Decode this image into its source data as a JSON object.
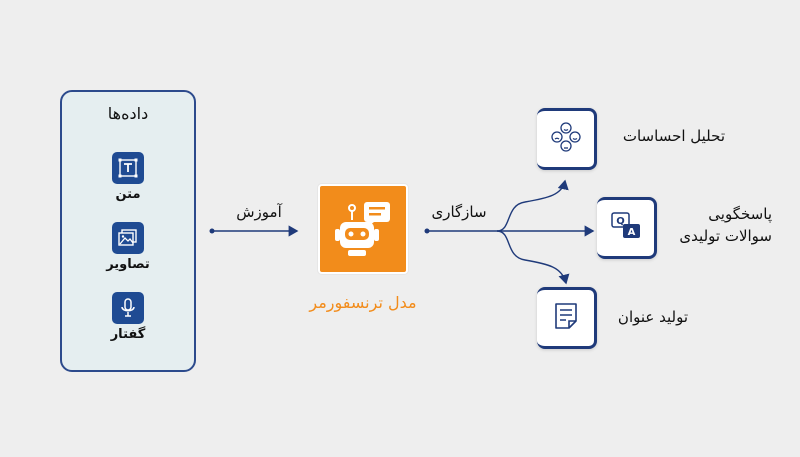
{
  "data_panel": {
    "title": "داده‌ها",
    "items": [
      {
        "label": "متن",
        "icon": "text-icon"
      },
      {
        "label": "تصاویر",
        "icon": "image-icon"
      },
      {
        "label": "گفتار",
        "icon": "microphone-icon"
      }
    ]
  },
  "edges": {
    "training": "آموزش",
    "adaptation": "سازگاری"
  },
  "model": {
    "label": "مدل ترنسفورمر",
    "icon": "robot-chat-icon"
  },
  "outputs": [
    {
      "label": "تحلیل احساسات",
      "icon": "emotions-icon"
    },
    {
      "label_line1": "پاسخگویی",
      "label_line2": "سوالات تولیدی",
      "icon": "qa-icon"
    },
    {
      "label": "تولید عنوان",
      "icon": "document-icon"
    }
  ],
  "colors": {
    "accent": "#f28c1b",
    "navy": "#1f3a7a",
    "icon_blue": "#1f4b93",
    "panel_bg": "#e5eef0",
    "background": "#eeeeee"
  }
}
